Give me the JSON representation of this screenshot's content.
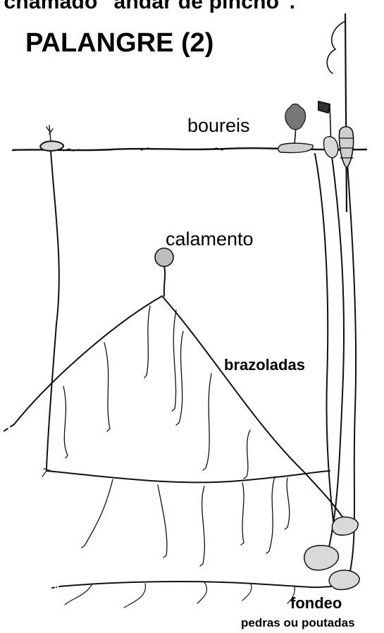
{
  "header": {
    "top_caption": "e chamado \"andar de pincho\".",
    "title": "PALANGRE (2)"
  },
  "labels": {
    "boureis": "boureis",
    "calamento": "calamento",
    "brazoladas": "brazoladas",
    "fondeo": "fondeo",
    "pedras": "pedras ou poutadas"
  },
  "colors": {
    "ink": "#111111",
    "stone_fill": "#d9d9d9",
    "background": "#ffffff"
  }
}
